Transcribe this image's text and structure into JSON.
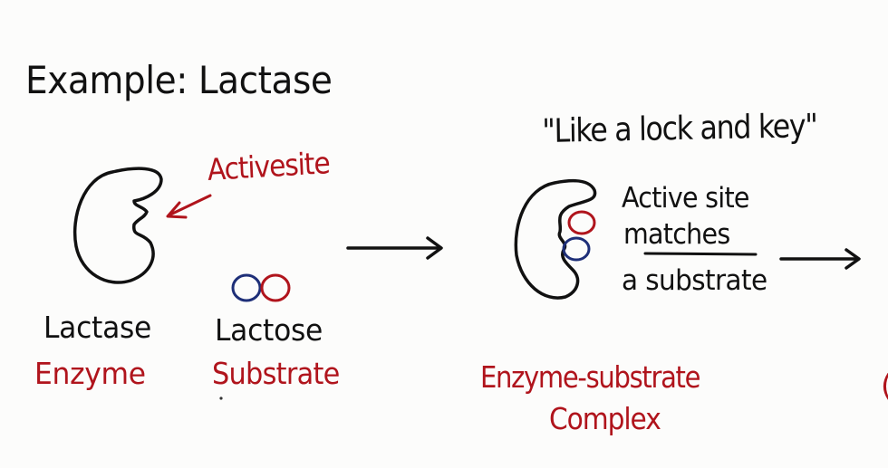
{
  "title": "Example: Lactase",
  "quote": "\"Like a lock and key\"",
  "active_site_label": "Activesite",
  "enzyme": {
    "name": "Lactase",
    "role": "Enzyme"
  },
  "substrate": {
    "name": "Lactose",
    "role": "Substrate"
  },
  "complex": {
    "line1": "Enzyme-substrate",
    "line2": "Complex"
  },
  "matches_note": {
    "line1": "Active site",
    "line2": "matches",
    "line3": "a substrate"
  },
  "edge_mark": "(",
  "colors": {
    "ink": "#111111",
    "red": "#b0141c",
    "blue": "#1e2f78"
  }
}
